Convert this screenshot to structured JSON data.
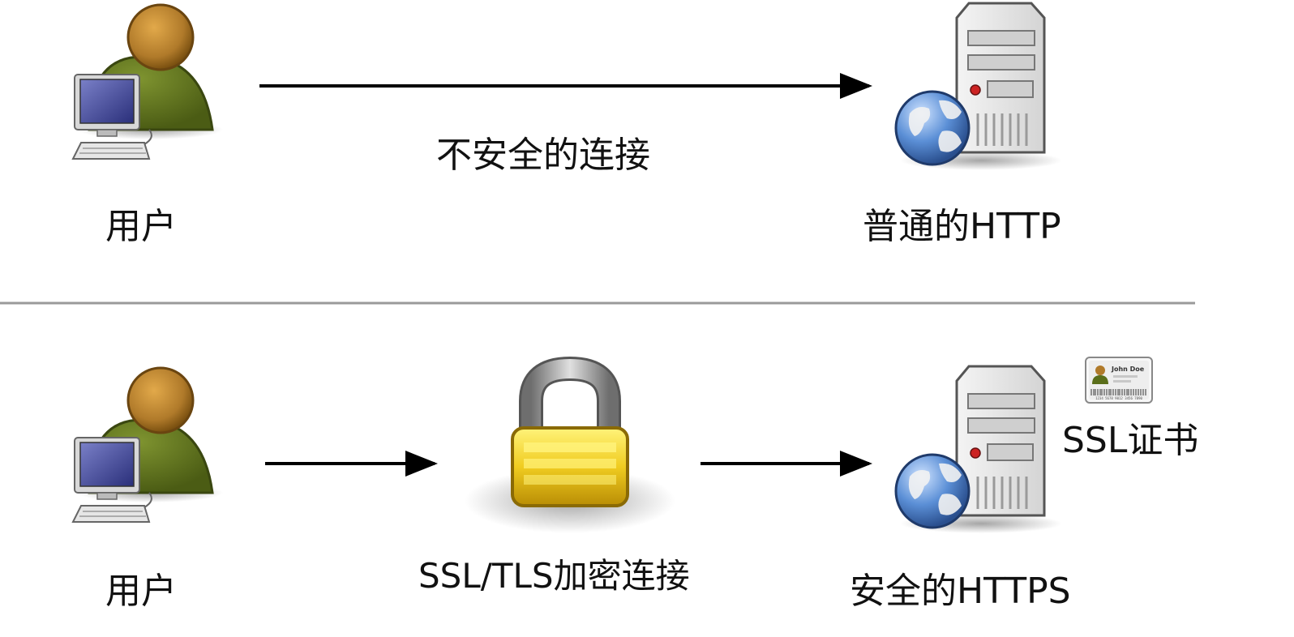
{
  "top_row": {
    "user_label": "用户",
    "connection_label": "不安全的连接",
    "server_label": "普通的HTTP"
  },
  "bottom_row": {
    "user_label": "用户",
    "connection_label": "SSL/TLS加密连接",
    "server_label": "安全的HTTPS",
    "certificate_label": "SSL证书",
    "certificate_card_name": "John Doe",
    "certificate_card_barcode": "1234 5678 9012 3456 7890"
  },
  "icons": {
    "user": "user-computer-icon",
    "server": "web-server-icon",
    "lock": "padlock-icon",
    "certificate": "certificate-card-icon"
  },
  "colors": {
    "arrow": "#000000",
    "divider": "#9a9a9a",
    "user_head": "#b07a2a",
    "user_body": "#5a6e1a",
    "lock_body": "#e8c51a",
    "globe": "#4a7fc4"
  }
}
